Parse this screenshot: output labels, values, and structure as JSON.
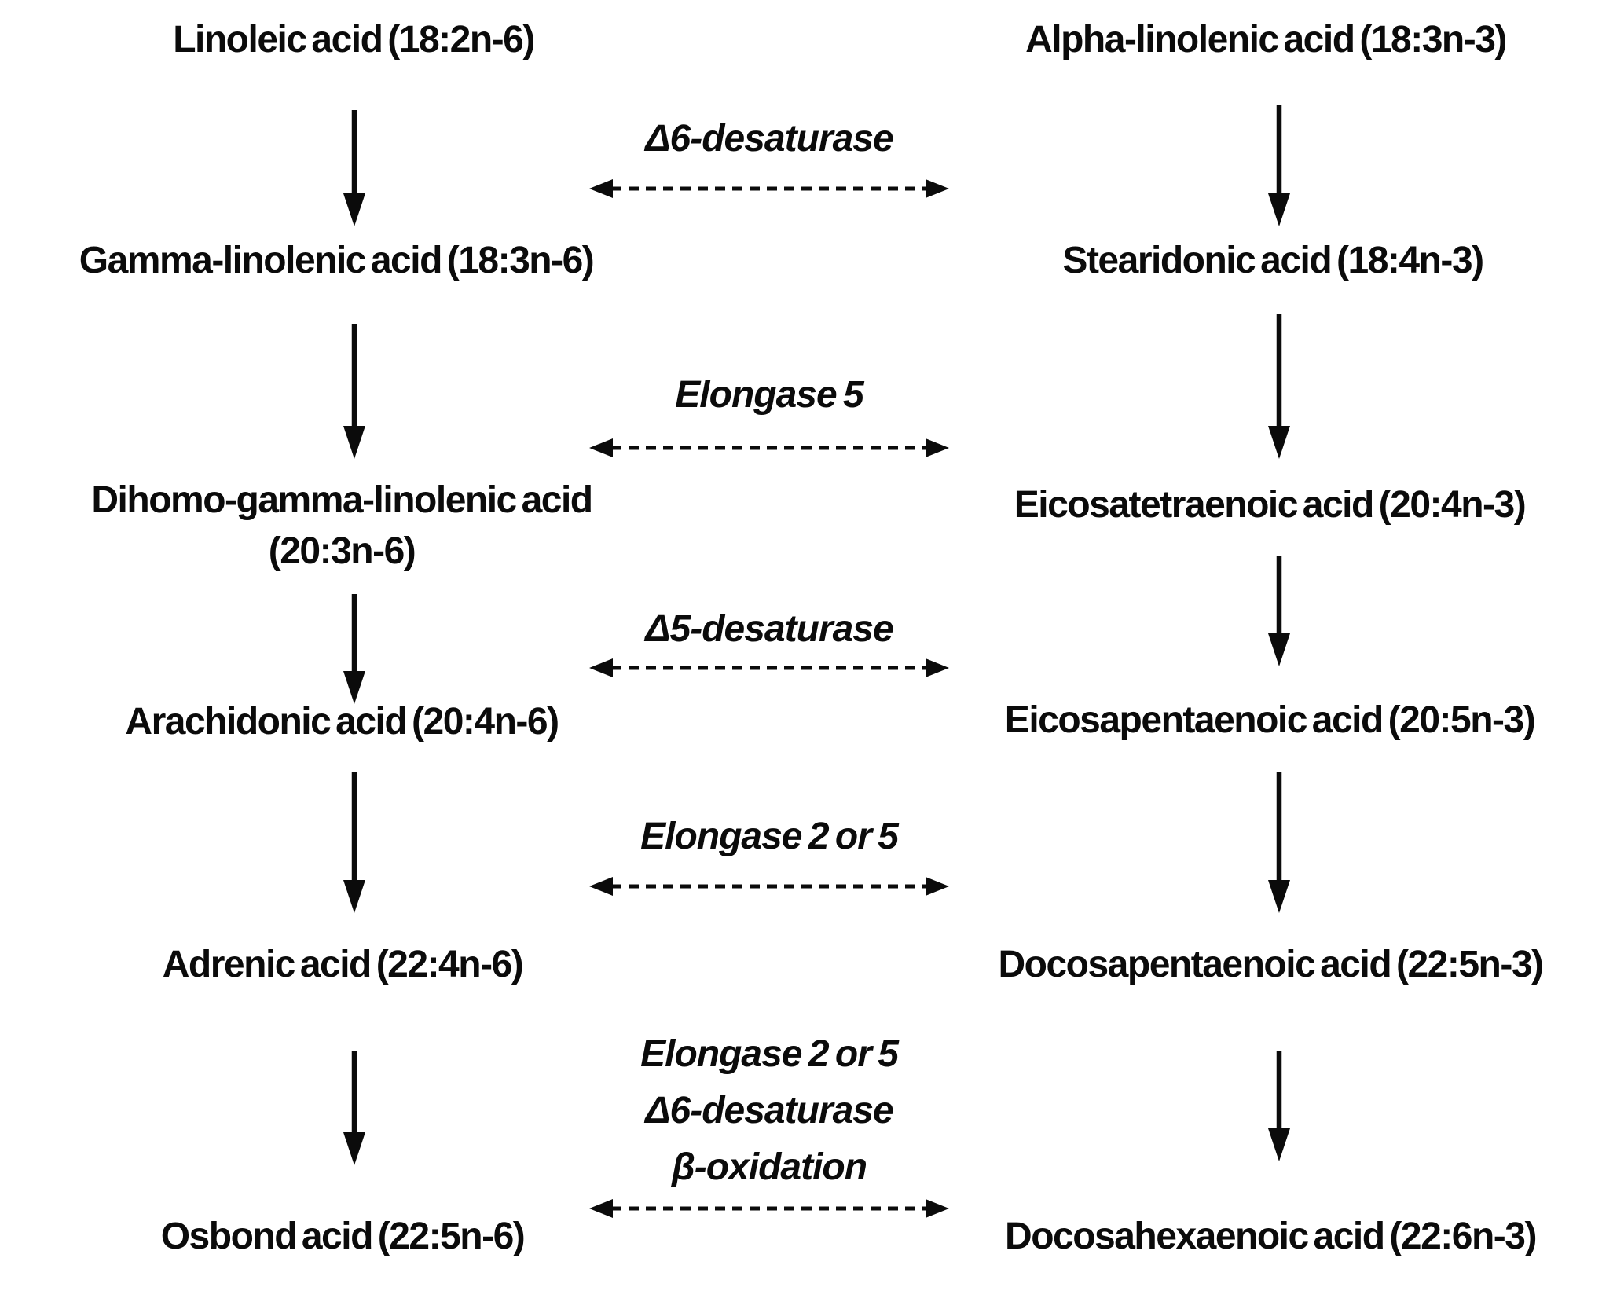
{
  "figure": {
    "background_color": "#ffffff",
    "text_color": "#0b0b0b",
    "omega6_pathway": {
      "nodes": [
        {
          "label": "Linoleic acid (18:2n-6)"
        },
        {
          "label": "Gamma-linolenic acid (18:3n-6)"
        },
        {
          "label": "Dihomo-gamma-linolenic acid",
          "sublabel": "(20:3n-6)"
        },
        {
          "label": "Arachidonic acid (20:4n-6)"
        },
        {
          "label": "Adrenic acid (22:4n-6)"
        },
        {
          "label": "Osbond acid (22:5n-6)"
        }
      ]
    },
    "omega3_pathway": {
      "nodes": [
        {
          "label": "Alpha-linolenic acid (18:3n-3)"
        },
        {
          "label": "Stearidonic acid (18:4n-3)"
        },
        {
          "label": "Eicosatetraenoic acid (20:4n-3)"
        },
        {
          "label": "Eicosapentaenoic acid (20:5n-3)"
        },
        {
          "label": "Docosapentaenoic acid (22:5n-3)"
        },
        {
          "label": "Docosahexaenoic acid (22:6n-3)"
        }
      ]
    },
    "enzymes": [
      {
        "line1": "Δ6-desaturase"
      },
      {
        "line1": "Elongase 5"
      },
      {
        "line1": "Δ5-desaturase"
      },
      {
        "line1": "Elongase 2 or 5"
      },
      {
        "line1": "Elongase 2 or 5",
        "line2": "Δ6-desaturase",
        "line3": "β-oxidation"
      }
    ]
  }
}
